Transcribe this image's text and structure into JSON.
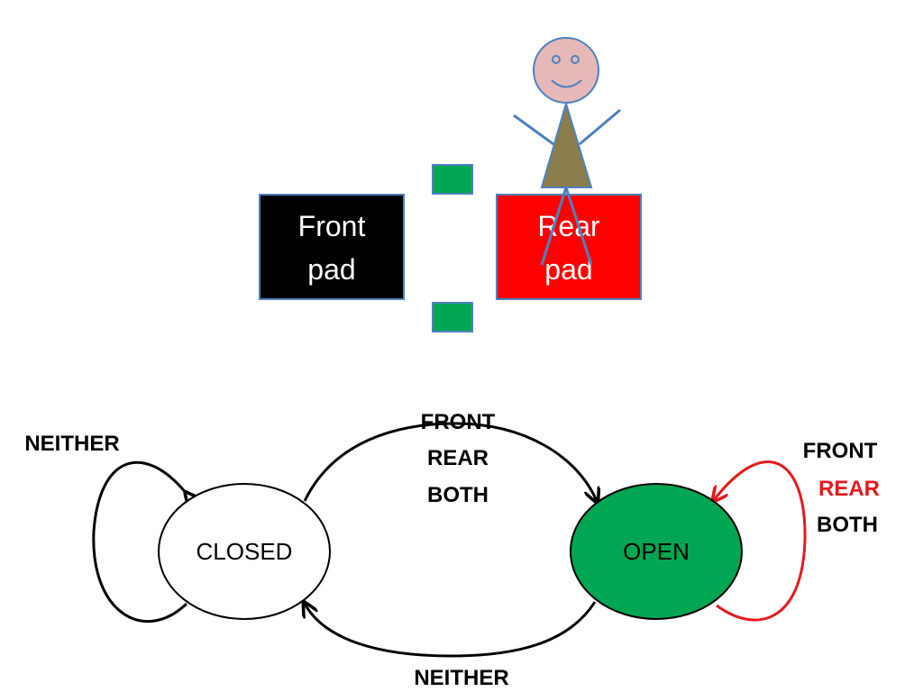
{
  "scene": {
    "front_pad": {
      "line1": "Front",
      "line2": "pad"
    },
    "rear_pad": {
      "line1": "Rear",
      "line2": "pad"
    }
  },
  "states": {
    "closed": {
      "label": "CLOSED"
    },
    "open": {
      "label": "OPEN"
    }
  },
  "transitions": {
    "closed_self": {
      "label": "NEITHER"
    },
    "closed_to_open": {
      "line1": "FRONT",
      "line2": "REAR",
      "line3": "BOTH"
    },
    "open_to_closed": {
      "label": "NEITHER"
    },
    "open_self": {
      "line1": "FRONT",
      "line2": "REAR",
      "line3": "BOTH"
    }
  },
  "colors": {
    "front_pad": "#000000",
    "rear_pad": "#ff0000",
    "sensor": "#00a651",
    "open_state": "#00a651",
    "highlight": "#e41a1c",
    "stick_figure": "#4f81bd",
    "face": "#e6b9b8",
    "body": "#8b7d4b"
  }
}
